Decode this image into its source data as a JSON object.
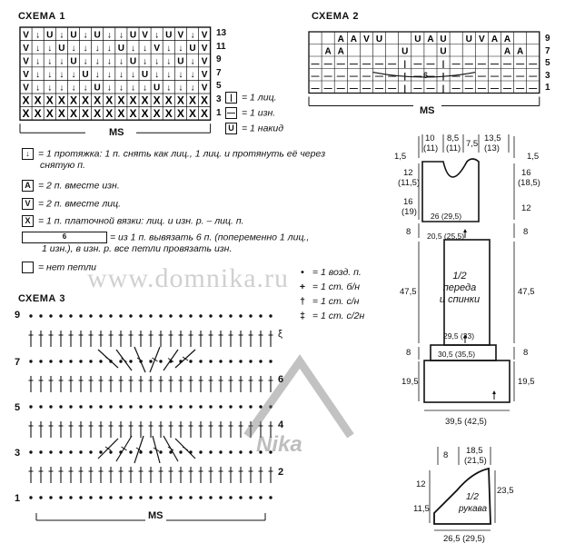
{
  "scheme1": {
    "title": "СХЕМА 1",
    "row_numbers": [
      "13",
      "11",
      "9",
      "7",
      "5",
      "3",
      "1"
    ],
    "ms": "MS",
    "rows": [
      [
        "V",
        "↓",
        "U",
        "↓",
        "U",
        "↓",
        "U",
        "↓",
        "↓",
        "U",
        "V",
        "↓",
        "U",
        "V",
        "↓",
        "V"
      ],
      [
        "V",
        "↓",
        "↓",
        "U",
        "↓",
        "↓",
        "↓",
        "↓",
        "U",
        "↓",
        "↓",
        "V",
        "↓",
        "↓",
        "U",
        "V"
      ],
      [
        "V",
        "↓",
        "↓",
        "↓",
        "U",
        "↓",
        "↓",
        "↓",
        "↓",
        "U",
        "↓",
        "↓",
        "↓",
        "U",
        "↓",
        "V"
      ],
      [
        "V",
        "↓",
        "↓",
        "↓",
        "↓",
        "U",
        "↓",
        "↓",
        "↓",
        "↓",
        "U",
        "↓",
        "↓",
        "↓",
        "↓",
        "V"
      ],
      [
        "V",
        "↓",
        "↓",
        "↓",
        "↓",
        "↓",
        "U",
        "↓",
        "↓",
        "↓",
        "↓",
        "U",
        "↓",
        "↓",
        "↓",
        "V"
      ],
      [
        "X",
        "X",
        "X",
        "X",
        "X",
        "X",
        "X",
        "X",
        "X",
        "X",
        "X",
        "X",
        "X",
        "X",
        "X",
        "X"
      ],
      [
        "X",
        "X",
        "X",
        "X",
        "X",
        "X",
        "X",
        "X",
        "X",
        "X",
        "X",
        "X",
        "X",
        "X",
        "X",
        "X"
      ]
    ]
  },
  "scheme2": {
    "title": "СХЕМА 2",
    "row_numbers": [
      "9",
      "7",
      "5",
      "3",
      "1"
    ],
    "ms": "MS",
    "center_label": "6",
    "top_row": [
      "",
      "",
      "A",
      "A",
      "V",
      "U",
      "",
      "",
      "U",
      "A",
      "U",
      "",
      "U",
      "V",
      "A",
      "A",
      "",
      ""
    ],
    "second_row": [
      "",
      "A",
      "A",
      "",
      "",
      "",
      "",
      "U",
      "",
      "",
      "U",
      "",
      "",
      "",
      "",
      "A",
      "A",
      ""
    ]
  },
  "legend_right": [
    {
      "sym": "|",
      "text": "= 1 лиц."
    },
    {
      "sym": "—",
      "text": "= 1 изн."
    },
    {
      "sym": "U",
      "text": "= 1 накид"
    }
  ],
  "legend_main": [
    {
      "sym": "↓",
      "text": "= 1 протяжка: 1 п. снять как лиц., 1 лиц. и протянуть её через"
    },
    {
      "sym": "",
      "text": "снятую п."
    },
    {
      "sym": "A",
      "text": "= 2 п. вместе изн."
    },
    {
      "sym": "V",
      "text": "= 2 п. вместе лиц."
    },
    {
      "sym": "X",
      "text": "= 1 п. платочной вязки: лиц. и изн. р. – лиц. п."
    },
    {
      "sym": "6",
      "text": "= из 1 п. вывязать 6 п. (попеременно 1 лиц.,"
    },
    {
      "sym": "",
      "text": "1 изн.), в изн. р. все петли провязать изн."
    },
    {
      "sym": "",
      "text": "= нет петли"
    }
  ],
  "watermark": "www.domnika.ru",
  "watermark2": "Nika",
  "crochet_legend": [
    {
      "sym": "•",
      "text": "= 1 возд. п."
    },
    {
      "sym": "+",
      "text": "= 1 ст. б/н"
    },
    {
      "sym": "†",
      "text": "= 1 ст. с/н"
    },
    {
      "sym": "‡",
      "text": "= 1 ст. с/2н"
    }
  ],
  "scheme3": {
    "title": "СХЕМА 3",
    "left_numbers": [
      "9",
      "7",
      "5",
      "3",
      "1"
    ],
    "right_numbers": [
      "6",
      "4",
      "2"
    ],
    "ms": "MS",
    "mark": "ξ"
  },
  "pattern_body": {
    "top_dims": [
      "10",
      "(11)",
      "8,5",
      "(11)",
      "7,5",
      "13,5",
      "(13)"
    ],
    "left_top": "1,5",
    "right_top": "1,5",
    "left_dims": [
      "12",
      "(11,5)",
      "16",
      "(19)",
      "8",
      "47,5",
      "8",
      "19,5"
    ],
    "right_dims": [
      "16",
      "(18,5)",
      "12",
      "8",
      "47,5",
      "8",
      "19,5"
    ],
    "inner": [
      "26 (29,5)",
      "20,5 (25,5)",
      "1/2",
      "переда",
      "и спинки",
      "29,5 (33)",
      "30,5 (35,5)",
      "39,5 (42,5)"
    ]
  },
  "pattern_sleeve": {
    "top": [
      "8",
      "18,5",
      "(21,5)"
    ],
    "left": [
      "12",
      "11,5"
    ],
    "right": "23,5",
    "inner": [
      "1/2",
      "рукава"
    ],
    "bottom": "26,5 (29,5)"
  }
}
